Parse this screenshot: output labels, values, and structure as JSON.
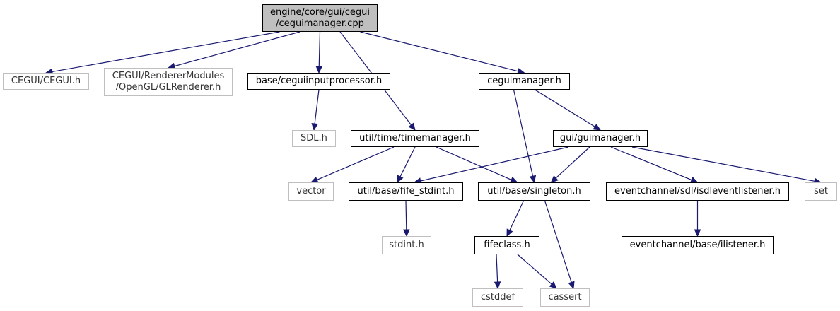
{
  "graph": {
    "nodes": {
      "root": {
        "label": "engine/core/gui/cegui\n/ceguimanager.cpp",
        "kind": "root"
      },
      "cegui_h": {
        "label": "CEGUI/CEGUI.h",
        "kind": "external"
      },
      "glrenderer": {
        "label": "CEGUI/RendererModules\n/OpenGL/GLRenderer.h",
        "kind": "external"
      },
      "inputproc": {
        "label": "base/ceguiinputprocessor.h",
        "kind": "documented"
      },
      "ceguimanager_h": {
        "label": "ceguimanager.h",
        "kind": "documented"
      },
      "sdl_h": {
        "label": "SDL.h",
        "kind": "external"
      },
      "timemanager": {
        "label": "util/time/timemanager.h",
        "kind": "documented"
      },
      "guimanager": {
        "label": "gui/guimanager.h",
        "kind": "documented"
      },
      "vector": {
        "label": "vector",
        "kind": "external"
      },
      "fife_stdint": {
        "label": "util/base/fife_stdint.h",
        "kind": "documented"
      },
      "singleton": {
        "label": "util/base/singleton.h",
        "kind": "documented"
      },
      "isdlevent": {
        "label": "eventchannel/sdl/isdleventlistener.h",
        "kind": "documented"
      },
      "set": {
        "label": "set",
        "kind": "external"
      },
      "stdint": {
        "label": "stdint.h",
        "kind": "external"
      },
      "fifeclass": {
        "label": "fifeclass.h",
        "kind": "documented"
      },
      "ilistener": {
        "label": "eventchannel/base/ilistener.h",
        "kind": "documented"
      },
      "cstddef": {
        "label": "cstddef",
        "kind": "external"
      },
      "cassert": {
        "label": "cassert",
        "kind": "external"
      }
    },
    "edges": [
      [
        "root",
        "cegui_h"
      ],
      [
        "root",
        "glrenderer"
      ],
      [
        "root",
        "inputproc"
      ],
      [
        "root",
        "timemanager"
      ],
      [
        "root",
        "ceguimanager_h"
      ],
      [
        "inputproc",
        "sdl_h"
      ],
      [
        "ceguimanager_h",
        "singleton"
      ],
      [
        "ceguimanager_h",
        "guimanager"
      ],
      [
        "timemanager",
        "vector"
      ],
      [
        "timemanager",
        "fife_stdint"
      ],
      [
        "timemanager",
        "singleton"
      ],
      [
        "guimanager",
        "fife_stdint"
      ],
      [
        "guimanager",
        "singleton"
      ],
      [
        "guimanager",
        "isdlevent"
      ],
      [
        "guimanager",
        "set"
      ],
      [
        "fife_stdint",
        "stdint"
      ],
      [
        "singleton",
        "fifeclass"
      ],
      [
        "singleton",
        "cassert"
      ],
      [
        "isdlevent",
        "ilistener"
      ],
      [
        "fifeclass",
        "cstddef"
      ],
      [
        "fifeclass",
        "cassert"
      ]
    ],
    "colors": {
      "edge": "#191970",
      "external_border": "#bfbfbf",
      "root_fill": "#bfbfbf",
      "node_border": "#000000"
    }
  }
}
